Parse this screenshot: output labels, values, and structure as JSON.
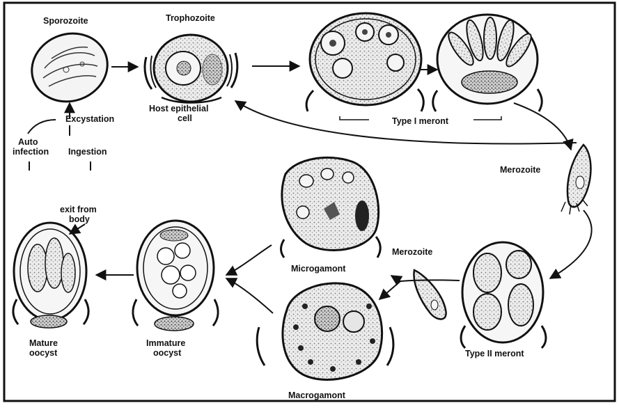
{
  "labels": {
    "sporozoite": "Sporozoite",
    "trophozoite": "Trophozoite",
    "host_line1": "Host epithelial",
    "host_line2": "cell",
    "excystation": "Excystation",
    "auto_line1": "Auto",
    "auto_line2": "infection",
    "ingestion": "Ingestion",
    "type1_meront": "Type I meront",
    "merozoite_right": "Merozoite",
    "merozoite_mid": "Merozoite",
    "microgamont": "Microgamont",
    "macrogamont": "Macrogamont",
    "type2_meront": "Type II meront",
    "exit_line1": "exit from",
    "exit_line2": "body",
    "mature_line1": "Mature",
    "mature_line2": "oocyst",
    "immature_line1": "Immature",
    "immature_line2": "oocyst"
  },
  "colors": {
    "ink": "#111111",
    "cytoplasm": "#e9e9e9",
    "dark": "#3a3a3a"
  }
}
